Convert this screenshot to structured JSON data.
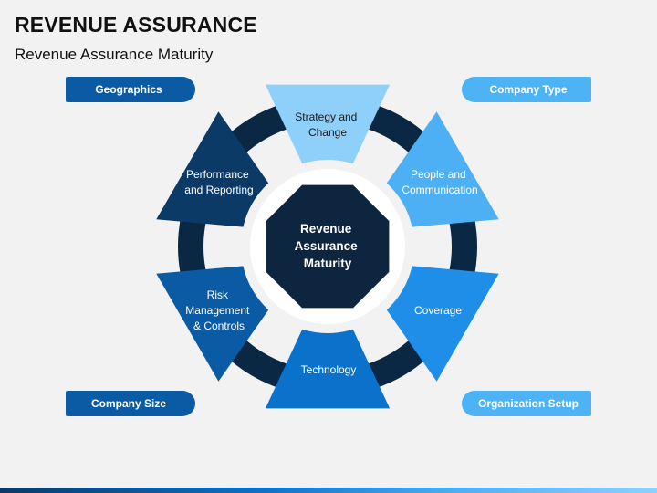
{
  "header": {
    "title": "REVENUE ASSURANCE",
    "subtitle": "Revenue Assurance Maturity"
  },
  "tags": {
    "top_left": "Geographics",
    "top_right": "Company Type",
    "bottom_left": "Company Size",
    "bottom_right": "Organization Setup"
  },
  "center": {
    "lines": [
      "Revenue",
      "Assurance",
      "Maturity"
    ]
  },
  "segments": [
    {
      "key": "strategy",
      "lines": [
        "Strategy and",
        "Change"
      ]
    },
    {
      "key": "people",
      "lines": [
        "People and",
        "Communication"
      ]
    },
    {
      "key": "coverage",
      "lines": [
        "Coverage"
      ]
    },
    {
      "key": "technology",
      "lines": [
        "Technology"
      ]
    },
    {
      "key": "risk",
      "lines": [
        "Risk",
        "Management",
        "& Controls"
      ]
    },
    {
      "key": "performance",
      "lines": [
        "Performance",
        "and Reporting"
      ]
    }
  ],
  "colors": {
    "strategy": "#8fd0fb",
    "people": "#4db0f5",
    "coverage": "#1e8ee8",
    "technology": "#0b72cc",
    "risk": "#0a5ba3",
    "performance": "#0b3a66",
    "ring": "#0a2744",
    "center": "#0e2540",
    "tag_light": "#4db3f5",
    "tag_dark": "#0a5ba3"
  }
}
